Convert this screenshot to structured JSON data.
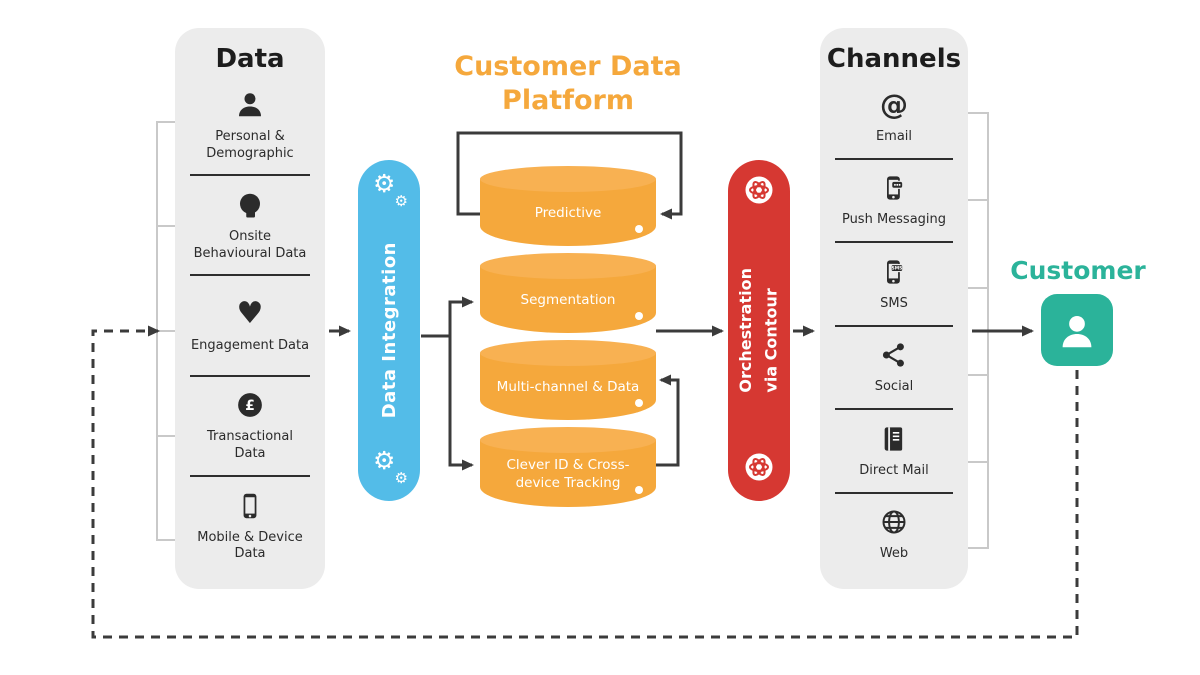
{
  "diagram": {
    "platform_title": "Customer Data Platform",
    "data_panel": {
      "title": "Data",
      "items": [
        {
          "label": "Personal & Demographic",
          "icon": "person-icon"
        },
        {
          "label": "Onsite Behavioural Data",
          "icon": "head-gear-icon",
          "glyph": "⚙"
        },
        {
          "label": "Engagement Data",
          "icon": "heart-icon",
          "glyph": "♥"
        },
        {
          "label": "Transactional Data",
          "icon": "pound-coin-icon",
          "glyph": "£"
        },
        {
          "label": "Mobile & Device Data",
          "icon": "mobile-icon"
        }
      ]
    },
    "integration_bar": {
      "label": "Data Integration",
      "color": "#53BCE8",
      "gear_glyph": "⚙"
    },
    "platform": {
      "color": "#F5A83C",
      "cylinders": [
        {
          "label": "Predictive"
        },
        {
          "label": "Segmentation"
        },
        {
          "label": "Multi-channel & Data"
        },
        {
          "label": "Clever ID & Cross-device Tracking"
        }
      ]
    },
    "orchestration_bar": {
      "line1": "Orchestration",
      "line2": "via Contour",
      "color": "#D63832"
    },
    "channels_panel": {
      "title": "Channels",
      "items": [
        {
          "label": "Email",
          "icon": "email-icon",
          "glyph": "@"
        },
        {
          "label": "Push Messaging",
          "icon": "push-messaging-icon"
        },
        {
          "label": "SMS",
          "icon": "sms-icon",
          "bubble_text": "SMS"
        },
        {
          "label": "Social",
          "icon": "social-share-icon"
        },
        {
          "label": "Direct Mail",
          "icon": "direct-mail-icon"
        },
        {
          "label": "Web",
          "icon": "web-globe-icon"
        }
      ]
    },
    "customer": {
      "label": "Customer",
      "color": "#2BB39A"
    }
  }
}
